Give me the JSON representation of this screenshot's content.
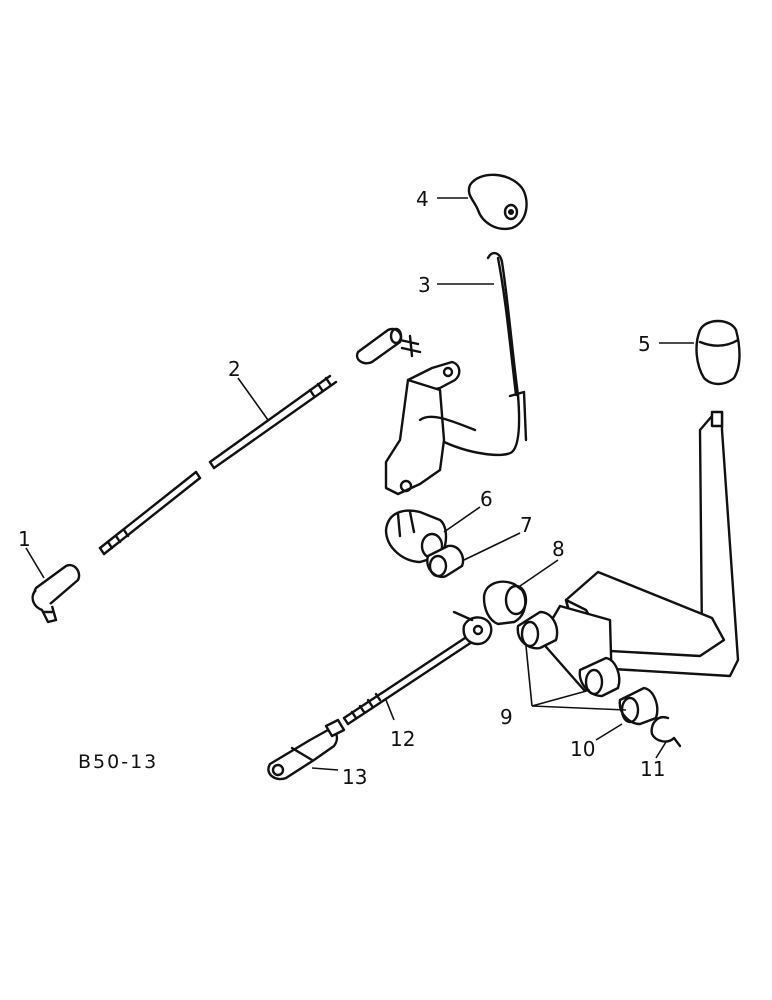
{
  "drawing": {
    "reference": "B50-13",
    "callouts": {
      "c1": "1",
      "c2": "2",
      "c3": "3",
      "c4": "4",
      "c5": "5",
      "c6": "6",
      "c7": "7",
      "c8": "8",
      "c9": "9",
      "c10": "10",
      "c11": "11",
      "c12": "12",
      "c13": "13"
    }
  }
}
